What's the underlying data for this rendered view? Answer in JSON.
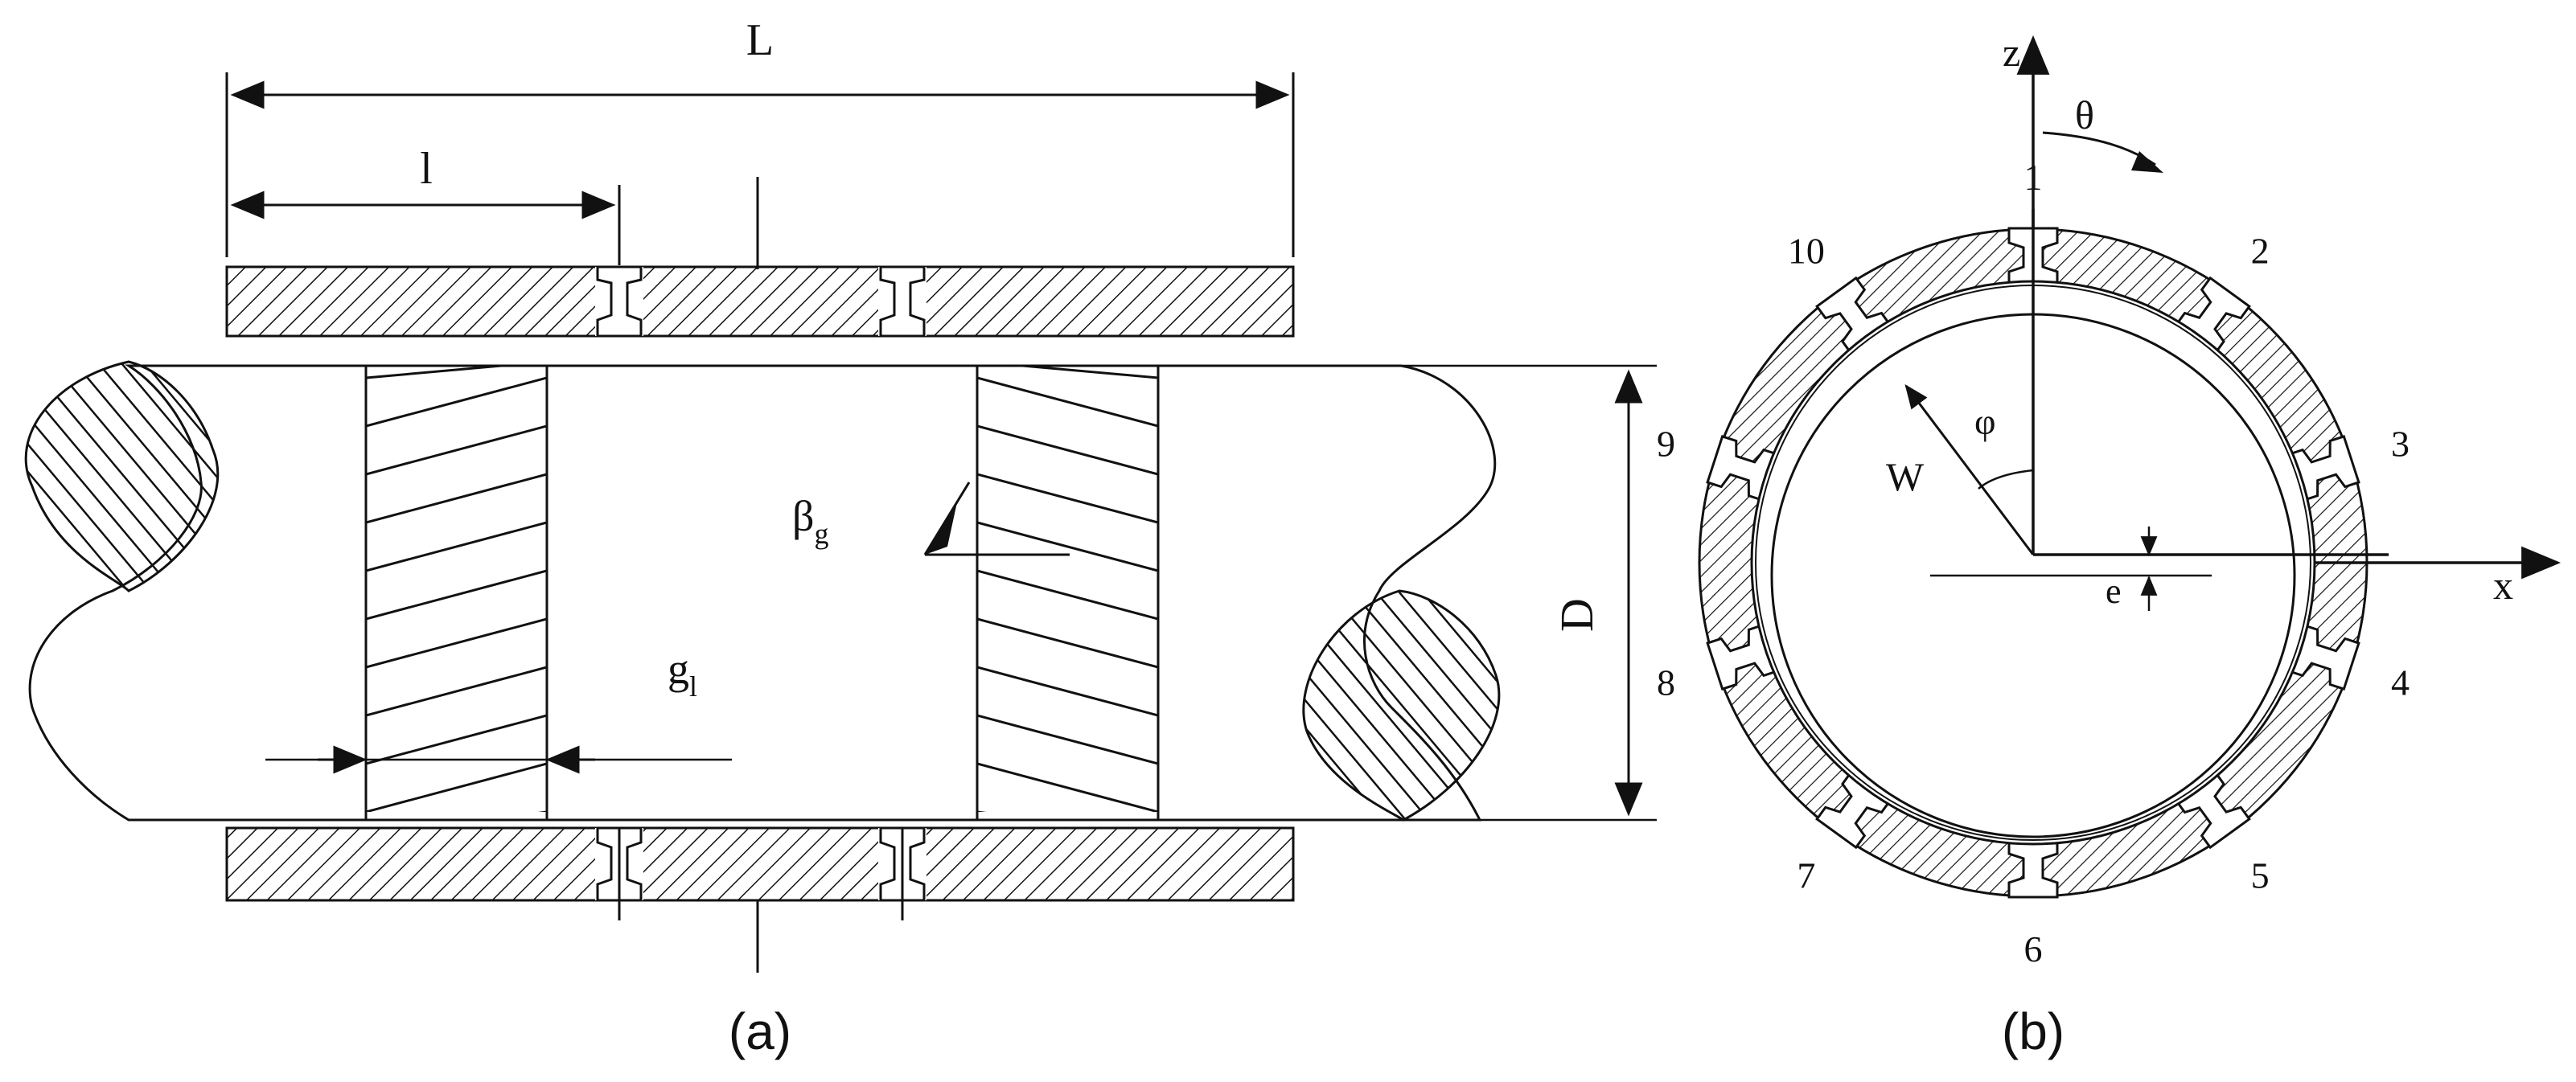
{
  "panel_a": {
    "caption": "(a)",
    "labels": {
      "L": "L",
      "l": "l",
      "D": "D",
      "beta": "β",
      "beta_sub": "g",
      "g": "g",
      "g_sub": "l"
    }
  },
  "panel_b": {
    "caption": "(b)",
    "axes": {
      "z": "z",
      "x": "x",
      "theta": "θ"
    },
    "labels": {
      "W": "W",
      "phi": "φ",
      "e": "e"
    },
    "pads": [
      "1",
      "2",
      "3",
      "4",
      "5",
      "6",
      "7",
      "8",
      "9",
      "10"
    ]
  }
}
